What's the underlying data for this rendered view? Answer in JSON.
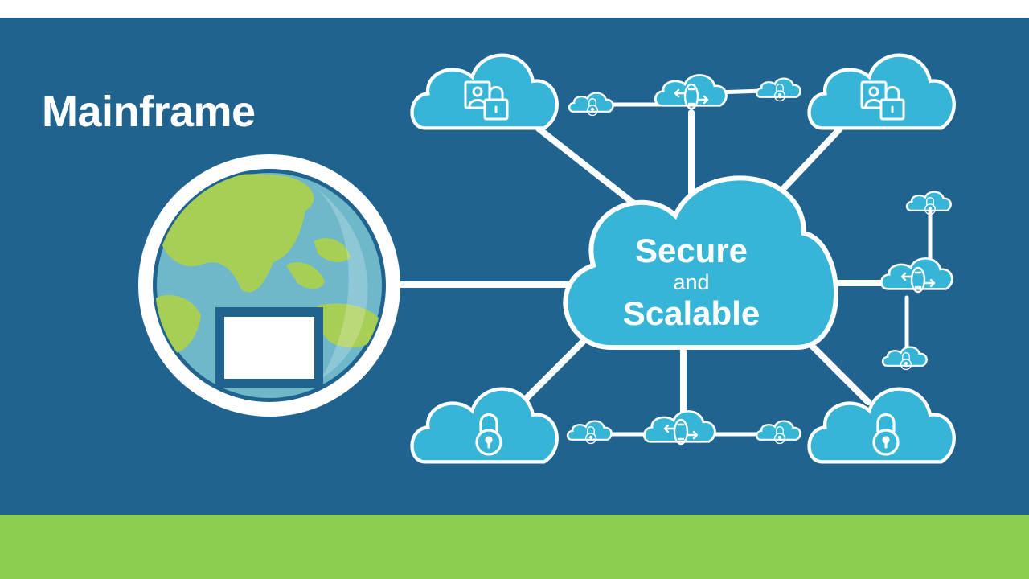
{
  "title": "Mainframe",
  "hub": {
    "line1": "Secure",
    "line2": "and",
    "line3": "Scalable"
  },
  "colors": {
    "panel": "#21638f",
    "bottom_band": "#8bcf50",
    "cloud_fill": "#36b5d6",
    "line": "#ffffff",
    "globe_ocean": "#6fb8c9",
    "globe_land": "#a8cf55"
  },
  "icons": {
    "top_left_cloud": "user-lock-icon",
    "top_right_cloud": "user-lock-icon",
    "bottom_left_cloud": "padlock-icon",
    "bottom_right_cloud": "padlock-icon",
    "routers": "router-arrows-icon",
    "small_clouds": "padlock-icon",
    "globe": "globe-icon",
    "screen": "monitor-icon"
  }
}
